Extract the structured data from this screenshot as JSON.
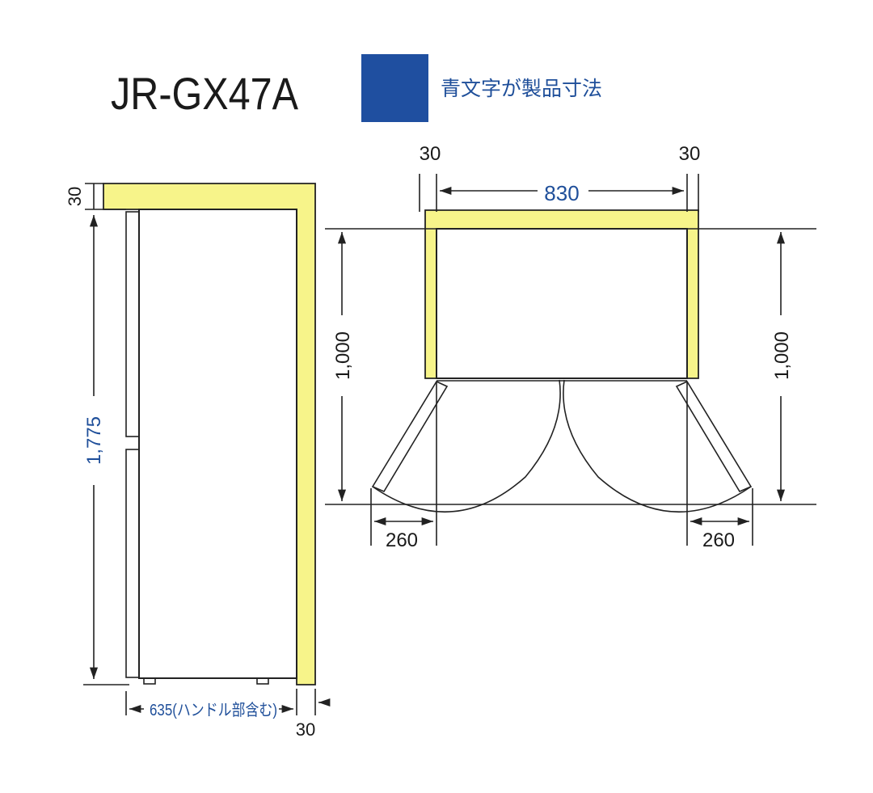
{
  "header": {
    "model": "JR-GX47A",
    "legend_text": "青文字が製品寸法",
    "legend_color": "#1f4fa0"
  },
  "colors": {
    "clearance": "#f7f48a",
    "product_text": "#1f4f9a",
    "line": "#222222"
  },
  "side_view": {
    "top_clearance": "30",
    "height": "1,775",
    "depth": "635(ハンドル部含む)",
    "back_clearance": "30"
  },
  "top_view": {
    "left_side_clearance": "30",
    "right_side_clearance": "30",
    "width": "830",
    "left_depth_with_door": "1,000",
    "right_depth_with_door": "1,000",
    "left_door_swing": "260",
    "right_door_swing": "260"
  }
}
